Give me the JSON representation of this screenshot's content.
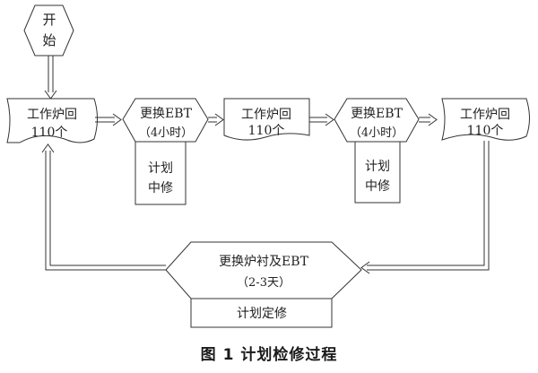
{
  "start": {
    "line1": "开",
    "line2": "始"
  },
  "work_furnace_1": {
    "line1": "工作炉回",
    "line2": "110个"
  },
  "ebt_change_1": {
    "line1": "更换EBT",
    "line2": "（4小时）"
  },
  "mid_repair_1": {
    "line1": "计划",
    "line2": "中修"
  },
  "work_furnace_2": {
    "line1": "工作炉回",
    "line2": "110个"
  },
  "ebt_change_2": {
    "line1": "更换EBT",
    "line2": "（4小时）"
  },
  "mid_repair_2": {
    "line1": "计划",
    "line2": "中修"
  },
  "work_furnace_3": {
    "line1": "工作炉回",
    "line2": "110个"
  },
  "lining_change": {
    "line1": "更换炉衬及EBT",
    "line2": "（2-3天）"
  },
  "scheduled_repair": {
    "label": "计划定修"
  },
  "caption": "图 1  计划检修过程"
}
